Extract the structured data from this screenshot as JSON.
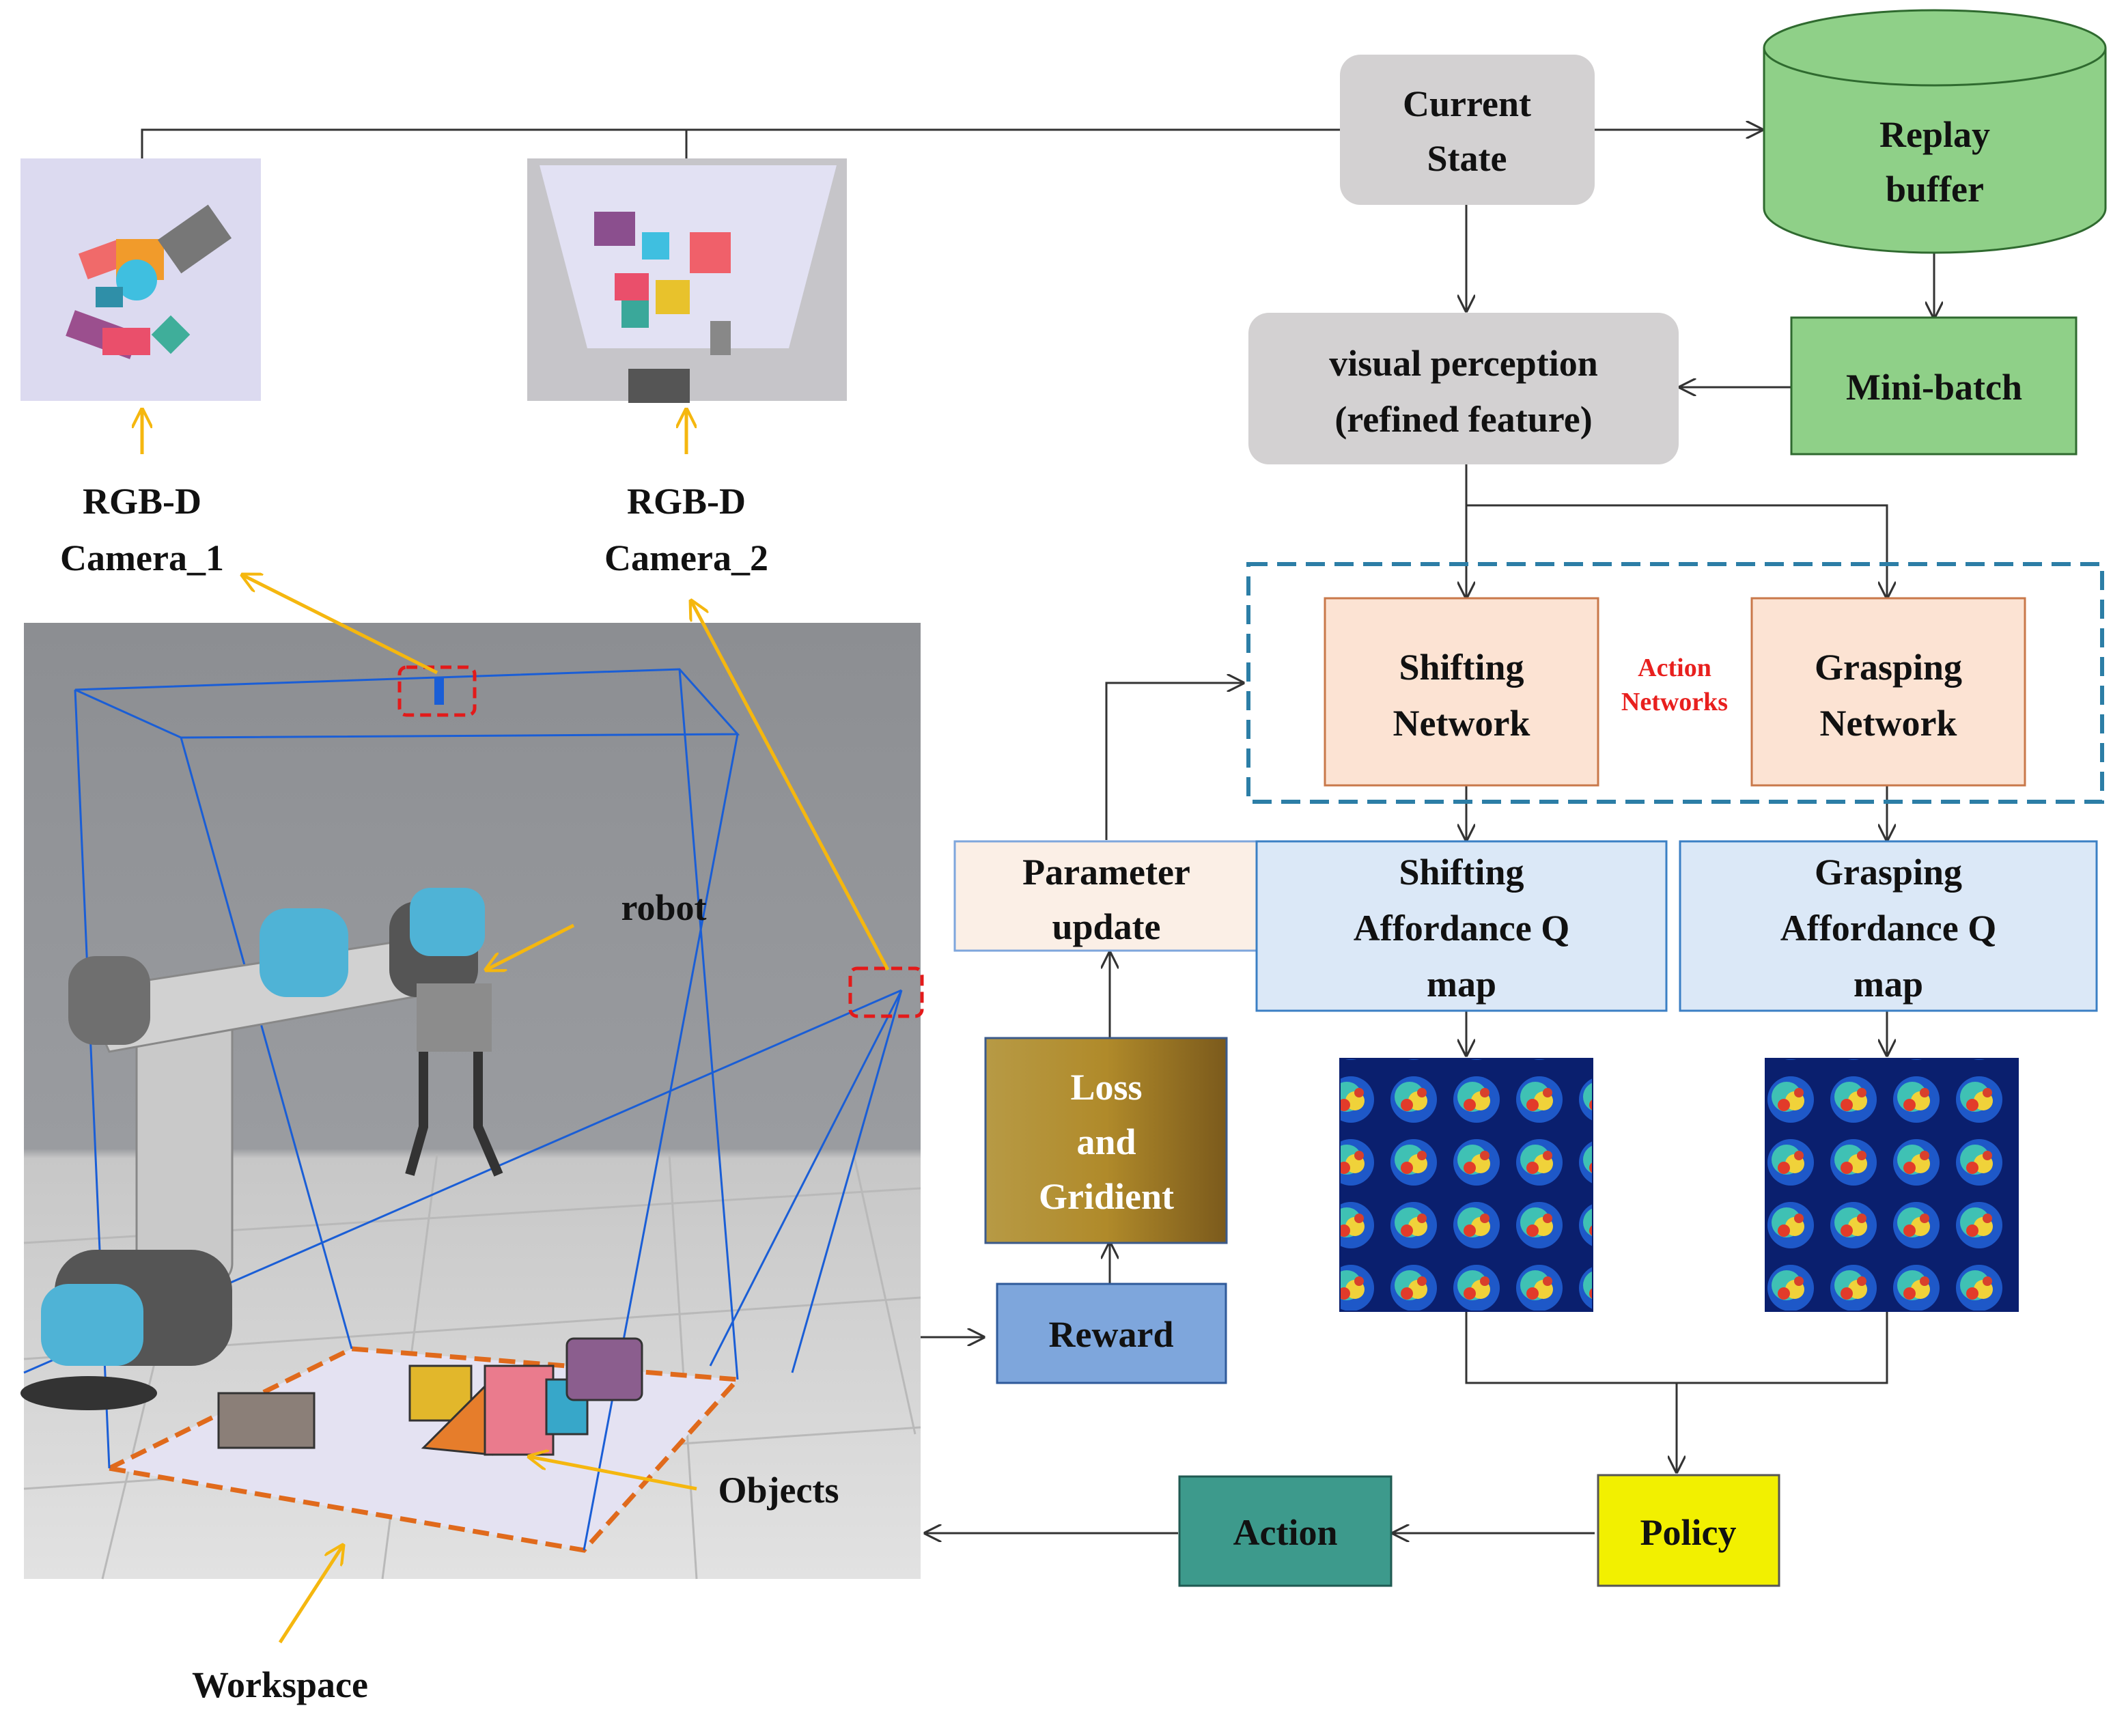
{
  "nodes": {
    "current_state": [
      "Current",
      "State"
    ],
    "replay_buffer": [
      "Replay",
      "buffer"
    ],
    "mini_batch": "Mini-batch",
    "visual_perception": [
      "visual perception",
      "(refined feature)"
    ],
    "shifting_network": [
      "Shifting",
      "Network"
    ],
    "grasping_network": [
      "Grasping",
      "Network"
    ],
    "action_networks": [
      "Action",
      "Networks"
    ],
    "parameter_update": [
      "Parameter",
      "update"
    ],
    "shifting_q": [
      "Shifting",
      "Affordance Q",
      "map"
    ],
    "grasping_q": [
      "Grasping",
      "Affordance Q",
      "map"
    ],
    "loss": [
      "Loss",
      "and",
      "Gridient"
    ],
    "reward": "Reward",
    "policy": "Policy",
    "action": "Action"
  },
  "scene": {
    "camera_1": [
      "RGB-D",
      "Camera_1"
    ],
    "camera_2": [
      "RGB-D",
      "Camera_2"
    ],
    "robot": "robot",
    "objects": "Objects",
    "workspace": "Workspace"
  },
  "colors": {
    "current_state": "#d3d1d2",
    "visual_perception": "#d3d1d2",
    "replay_buffer": "#8fd088",
    "mini_batch": "#8fd088",
    "network": "#fce3d3",
    "q_map": "#dbe8f7",
    "parameter_update": "#fbefe6",
    "loss": "#a8862a",
    "reward": "#7ea6dc",
    "policy": "#f2f000",
    "action": "#3d9a8c",
    "dashed_border": "#2c7ea6",
    "pointer_arrow": "#f5b70f"
  }
}
